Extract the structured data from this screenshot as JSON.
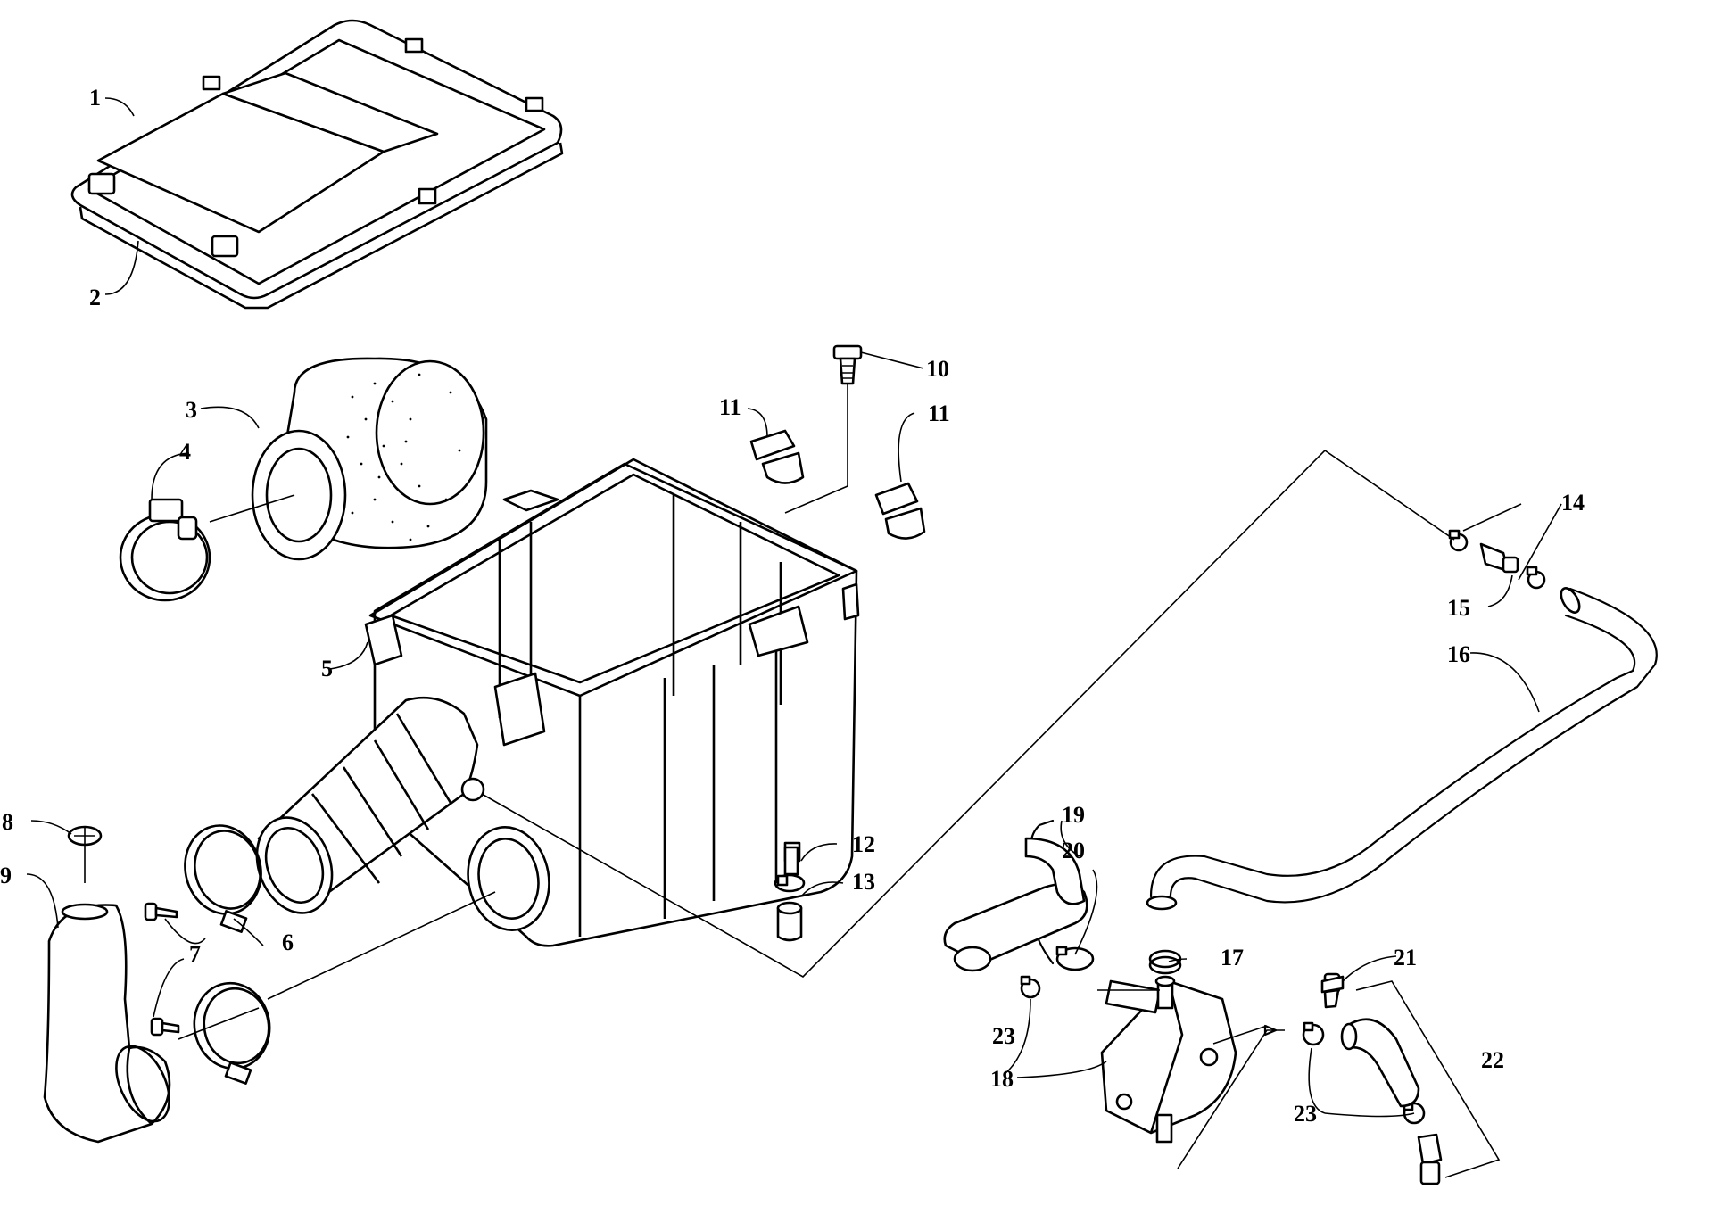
{
  "callouts": [
    {
      "id": "c1",
      "text": "1"
    },
    {
      "id": "c2",
      "text": "2"
    },
    {
      "id": "c3",
      "text": "3"
    },
    {
      "id": "c4",
      "text": "4"
    },
    {
      "id": "c5",
      "text": "5"
    },
    {
      "id": "c6",
      "text": "6"
    },
    {
      "id": "c7",
      "text": "7"
    },
    {
      "id": "c8",
      "text": "8"
    },
    {
      "id": "c9",
      "text": "9"
    },
    {
      "id": "c10",
      "text": "10"
    },
    {
      "id": "c11a",
      "text": "11"
    },
    {
      "id": "c11b",
      "text": "11"
    },
    {
      "id": "c12",
      "text": "12"
    },
    {
      "id": "c13",
      "text": "13"
    },
    {
      "id": "c14",
      "text": "14"
    },
    {
      "id": "c15",
      "text": "15"
    },
    {
      "id": "c16",
      "text": "16"
    },
    {
      "id": "c17",
      "text": "17"
    },
    {
      "id": "c18",
      "text": "18"
    },
    {
      "id": "c19",
      "text": "19"
    },
    {
      "id": "c20",
      "text": "20"
    },
    {
      "id": "c21",
      "text": "21"
    },
    {
      "id": "c22",
      "text": "22"
    },
    {
      "id": "c23a",
      "text": "23"
    },
    {
      "id": "c23b",
      "text": "23"
    }
  ]
}
